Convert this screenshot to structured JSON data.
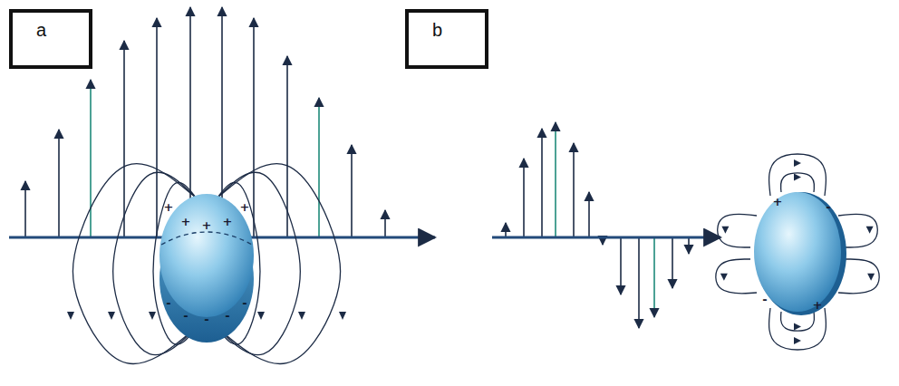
{
  "diagram": {
    "nodes": [
      {
        "text": [
          "a"
        ]
      },
      {
        "text": [
          "b"
        ]
      }
    ],
    "labels": [
      "+",
      "+",
      "+",
      "+",
      "+",
      "-",
      "-",
      "-",
      "-",
      "-",
      "+",
      "+",
      "-",
      "-"
    ]
  }
}
